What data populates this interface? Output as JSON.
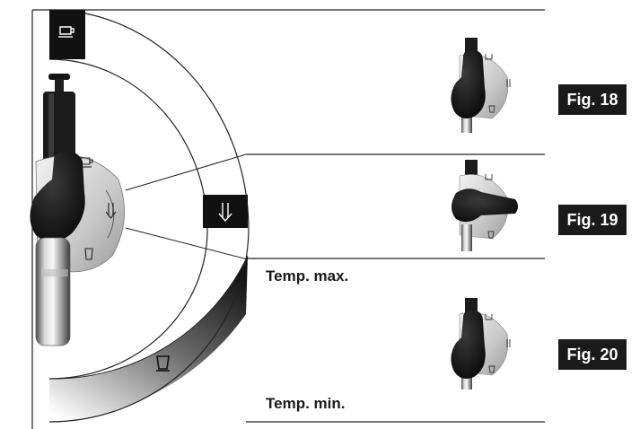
{
  "figures": [
    {
      "label": "Fig. 18",
      "position": "cup"
    },
    {
      "label": "Fig. 19",
      "position": "steam"
    },
    {
      "label": "Fig. 20",
      "position": "hot-water"
    }
  ],
  "temperature": {
    "max_label": "Temp. max.",
    "min_label": "Temp. min."
  },
  "selector_positions": [
    "cup-icon",
    "steam-arrows-icon",
    "glass-icon"
  ],
  "colors": {
    "label_bg": "#1a1a1a",
    "label_text": "#ffffff",
    "gradient_dark": "#111111",
    "gradient_light": "#ffffff"
  }
}
